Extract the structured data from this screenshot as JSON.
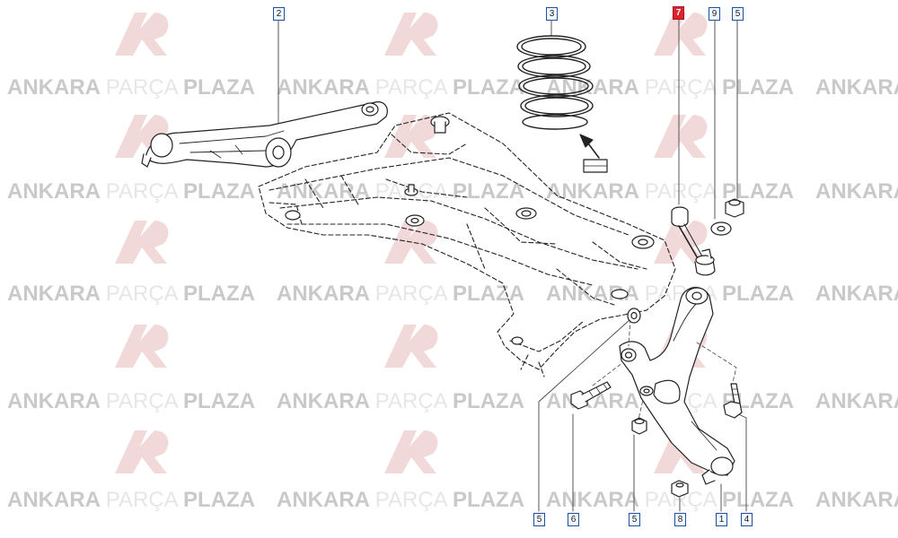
{
  "watermark": {
    "word1": "ANKARA",
    "word2": "PARÇA",
    "word3": "PLAZA",
    "color_dark": "#c9c9c9",
    "color_light": "#e6e6e6",
    "logo_color": "#f2d9d9"
  },
  "selected_color": "#d9252b",
  "callouts": [
    {
      "id": "c2",
      "label": "2",
      "selected": false
    },
    {
      "id": "c3",
      "label": "3",
      "selected": false
    },
    {
      "id": "c7",
      "label": "7",
      "selected": true
    },
    {
      "id": "c9",
      "label": "9",
      "selected": false
    },
    {
      "id": "c5a",
      "label": "5",
      "selected": false
    },
    {
      "id": "c5b",
      "label": "5",
      "selected": false
    },
    {
      "id": "c6",
      "label": "6",
      "selected": false
    },
    {
      "id": "c5c",
      "label": "5",
      "selected": false
    },
    {
      "id": "c8",
      "label": "8",
      "selected": false
    },
    {
      "id": "c1",
      "label": "1",
      "selected": false
    },
    {
      "id": "c4",
      "label": "4",
      "selected": false
    }
  ]
}
